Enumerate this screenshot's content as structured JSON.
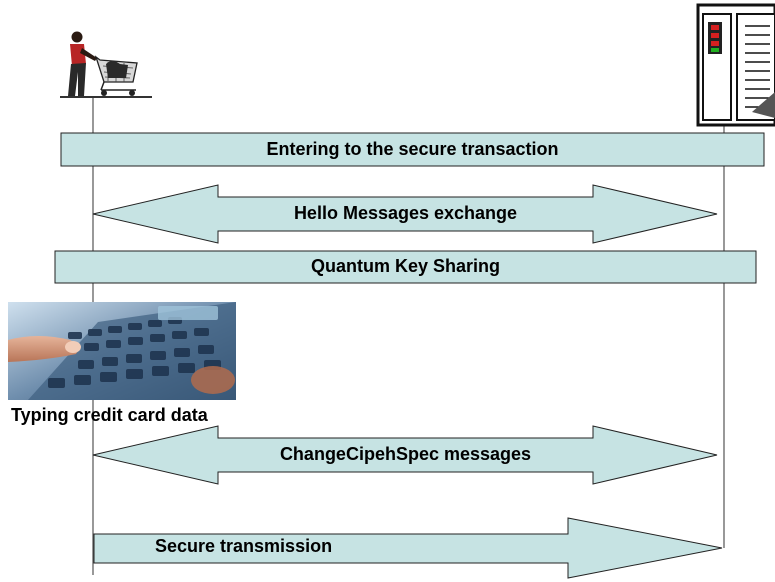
{
  "diagram": {
    "client_icon": "shopper-with-cart-icon",
    "server_icon": "server-rack-icon",
    "photo_icon": "keypad-typing-photo",
    "colors": {
      "shape_fill": "#c6e3e3",
      "shape_stroke": "#222222",
      "lifeline": "#555555",
      "server_led_red": "#d62020",
      "server_led_green": "#20b020"
    },
    "steps": {
      "entering": "Entering to the secure transaction",
      "hello": "Hello Messages exchange",
      "quantum": "Quantum Key Sharing",
      "change_cipher": "ChangeCipehSpec messages",
      "secure": "Secure transmission"
    },
    "photo_caption": "Typing credit card data"
  }
}
